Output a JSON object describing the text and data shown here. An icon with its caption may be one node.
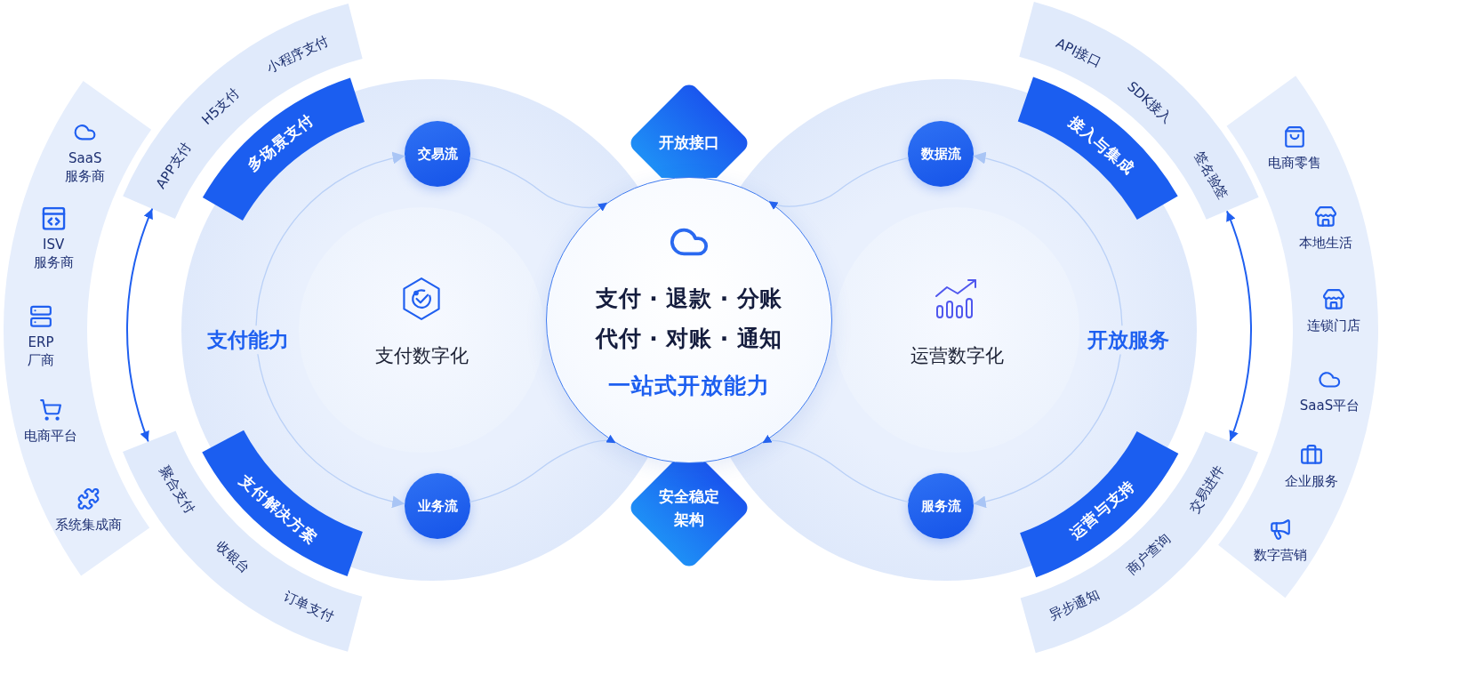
{
  "diagram": {
    "nodes": [
      {
        "text": [
          "SaaS 服务商",
          "ISV 服务商",
          "ERP 厂商",
          "电商平台",
          "系统集成商"
        ]
      },
      {
        "text": [
          "APP支付",
          "H5支付",
          "小程序支付"
        ]
      },
      {
        "text": [
          "聚合支付",
          "收银台",
          "订单支付"
        ]
      },
      {
        "text": [
          "多场景支付"
        ]
      },
      {
        "text": [
          "支付解决方案"
        ]
      },
      {
        "text": [
          "交易流"
        ]
      },
      {
        "text": [
          "支付能力"
        ]
      },
      {
        "text": [
          "支付数字化"
        ]
      },
      {
        "text": [
          "业务流"
        ]
      },
      {
        "text": [
          "开放接口"
        ]
      },
      {
        "text": [
          "支付 · 退款 · 分账",
          "代付 · 对账 · 通知",
          "一站式开放能力"
        ]
      },
      {
        "text": [
          "安全稳定架构"
        ]
      },
      {
        "text": [
          "数据流"
        ]
      },
      {
        "text": [
          "运营数字化"
        ]
      },
      {
        "text": [
          "开放服务"
        ]
      },
      {
        "text": [
          "服务流"
        ]
      },
      {
        "text": [
          "接入与集成"
        ]
      },
      {
        "text": [
          "运营与支持"
        ]
      },
      {
        "text": [
          "API接口",
          "SDK接入",
          "签名验签"
        ]
      },
      {
        "text": [
          "异步通知",
          "商户查询",
          "交易进件"
        ]
      },
      {
        "text": [
          "电商零售",
          "本地生活",
          "连锁门店",
          "SaaS平台",
          "企业服务",
          "数字营销"
        ]
      }
    ],
    "edges": [
      {
        "from": 6,
        "to": 5,
        "arrow": "to"
      },
      {
        "from": 6,
        "to": 8,
        "arrow": "to"
      },
      {
        "from": 14,
        "to": 12,
        "arrow": "to"
      },
      {
        "from": 14,
        "to": 15,
        "arrow": "to"
      },
      {
        "from": 5,
        "to": 10,
        "arrow": "to"
      },
      {
        "from": 8,
        "to": 10,
        "arrow": "to"
      },
      {
        "from": 12,
        "to": 10,
        "arrow": "to"
      },
      {
        "from": 15,
        "to": 10,
        "arrow": "to"
      },
      {
        "from": 1,
        "to": 2,
        "arrow": "both",
        "color": "#1f5ff0"
      },
      {
        "from": 18,
        "to": 19,
        "arrow": "both",
        "color": "#1f5ff0"
      }
    ]
  }
}
